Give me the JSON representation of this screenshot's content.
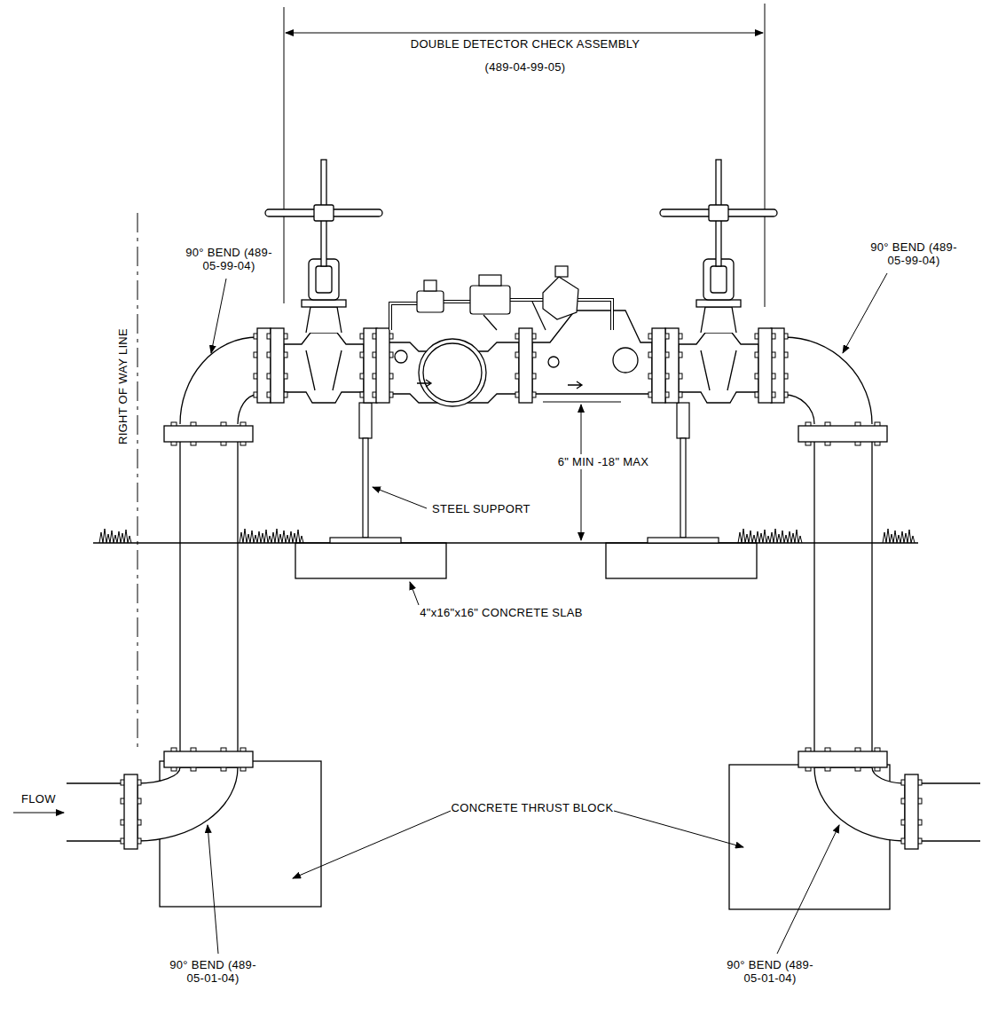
{
  "diagram": {
    "labels": [
      "DOUBLE DETECTOR CHECK ASSEMBLY",
      "(489-04-99-05)",
      "90° BEND (489-05-99-04)",
      "90° BEND (489-05-99-04)",
      "RIGHT OF WAY LINE",
      "6\" MIN -18\" MAX",
      "STEEL SUPPORT",
      "4\"x16\"x16\" CONCRETE SLAB",
      "FLOW",
      "CONCRETE THRUST BLOCK",
      "90° BEND (489-05-01-04)",
      "90° BEND (489-05-01-04)"
    ]
  }
}
